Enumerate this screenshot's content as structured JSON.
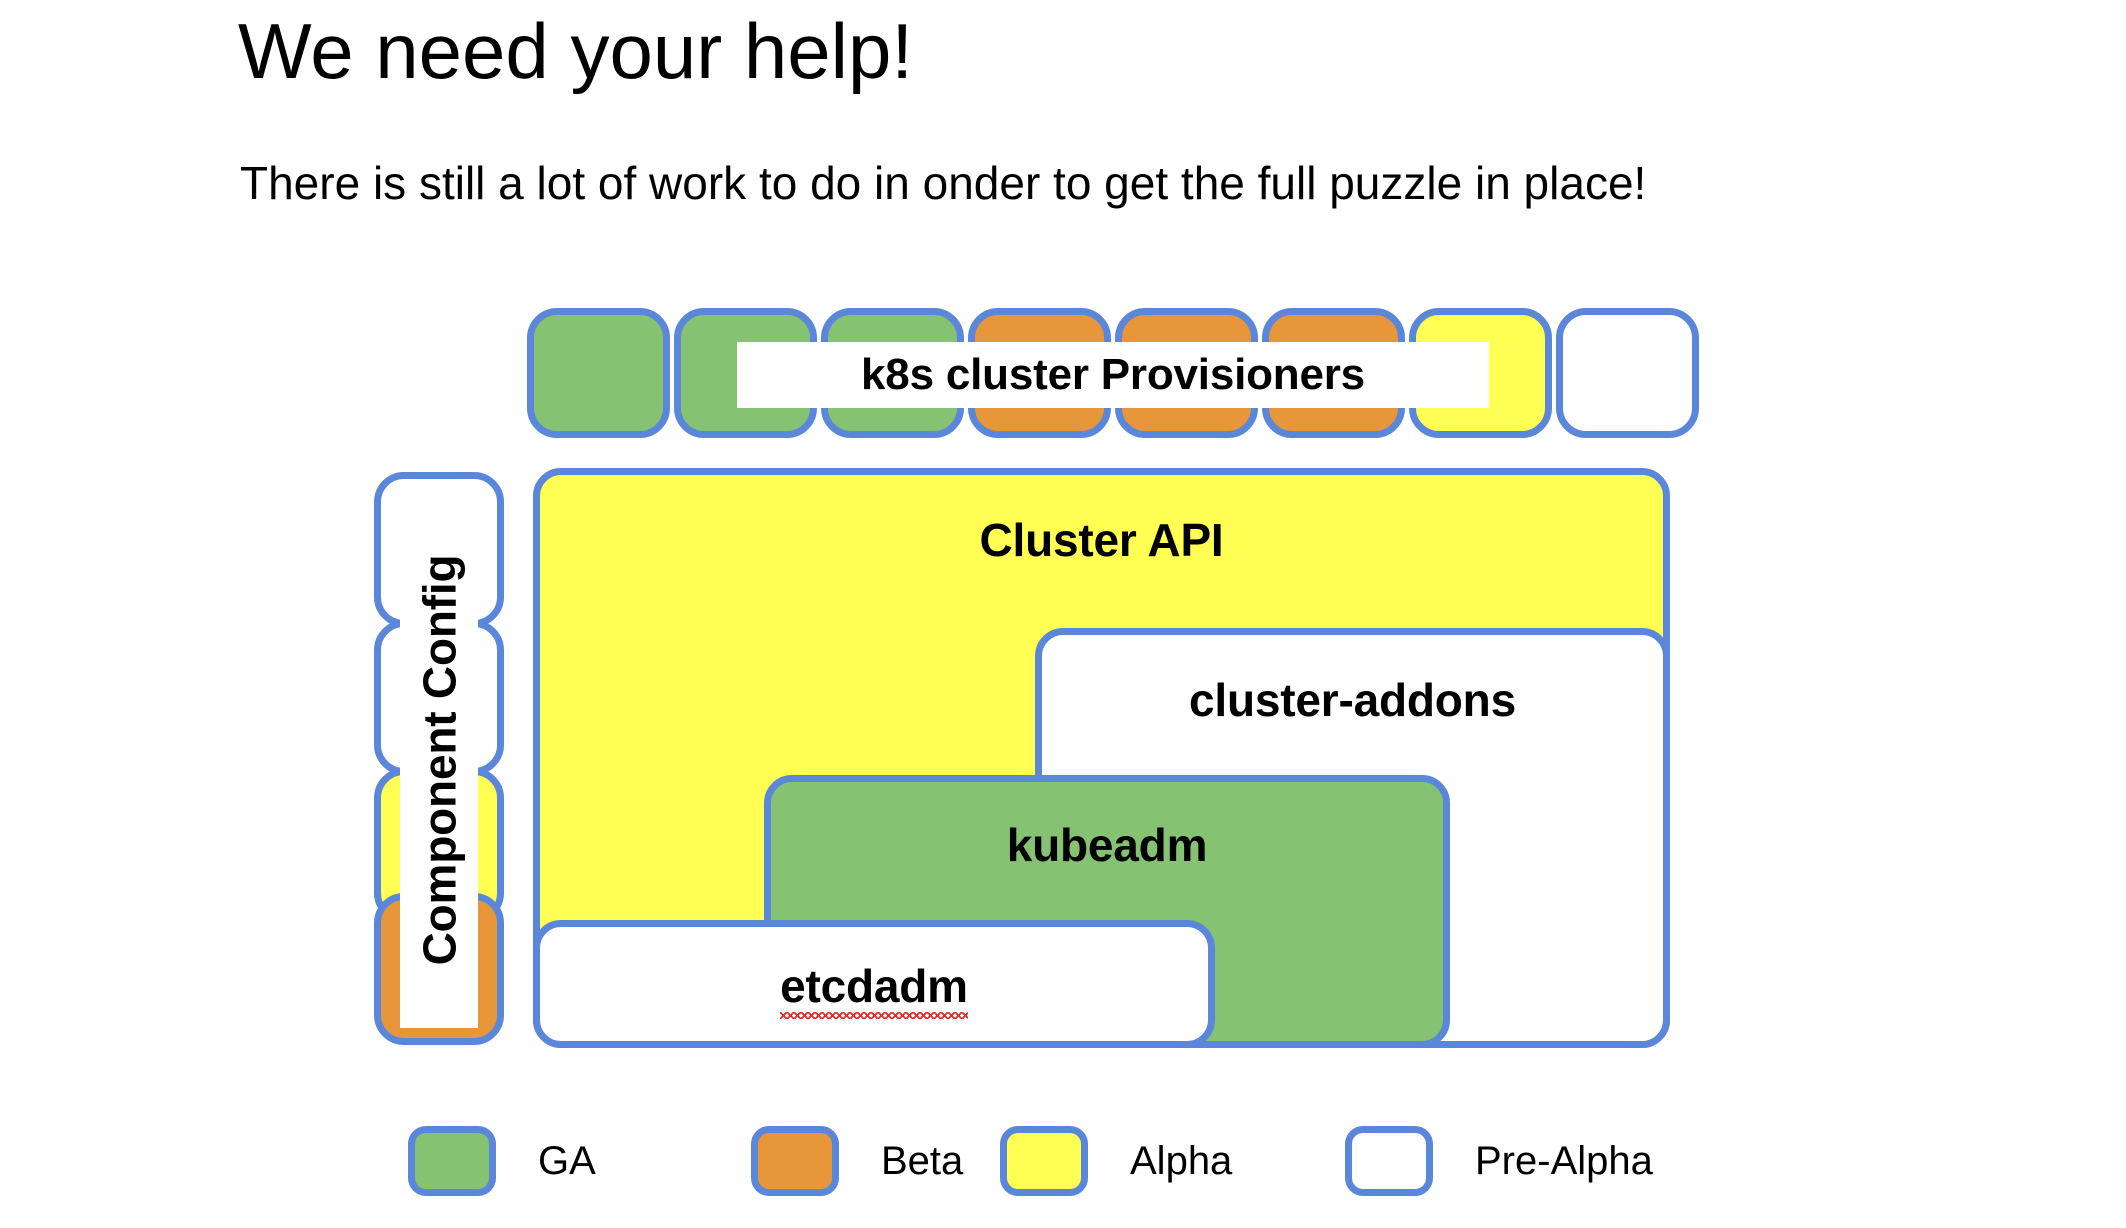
{
  "slide": {
    "title": "We need your help!",
    "subtitle": "There is still a lot of work to do in onder to get the full puzzle in place!"
  },
  "colors": {
    "border": "#5b87da",
    "ga": "#85c271",
    "beta": "#e8963a",
    "alpha": "#ffff54",
    "pre_alpha": "#ffffff",
    "spellcheck_underline": "#e03030"
  },
  "diagram": {
    "provisioners": {
      "label": "k8s cluster Provisioners",
      "cells": [
        {
          "status": "ga"
        },
        {
          "status": "ga"
        },
        {
          "status": "ga"
        },
        {
          "status": "beta"
        },
        {
          "status": "beta"
        },
        {
          "status": "beta"
        },
        {
          "status": "alpha"
        },
        {
          "status": "pre-alpha"
        }
      ]
    },
    "component_config": {
      "label": "Component Config",
      "cells": [
        {
          "status": "pre-alpha"
        },
        {
          "status": "pre-alpha"
        },
        {
          "status": "alpha"
        },
        {
          "status": "beta"
        }
      ]
    },
    "stack": [
      {
        "label": "Cluster API",
        "status": "alpha"
      },
      {
        "label": "cluster-addons",
        "status": "pre-alpha"
      },
      {
        "label": "kubeadm",
        "status": "ga"
      },
      {
        "label": "etcdadm",
        "status": "pre-alpha",
        "spellcheck_flagged": true
      }
    ]
  },
  "legend": {
    "items": [
      {
        "label": "GA",
        "status": "ga"
      },
      {
        "label": "Beta",
        "status": "beta"
      },
      {
        "label": "Alpha",
        "status": "alpha"
      },
      {
        "label": "Pre-Alpha",
        "status": "pre-alpha"
      }
    ]
  }
}
